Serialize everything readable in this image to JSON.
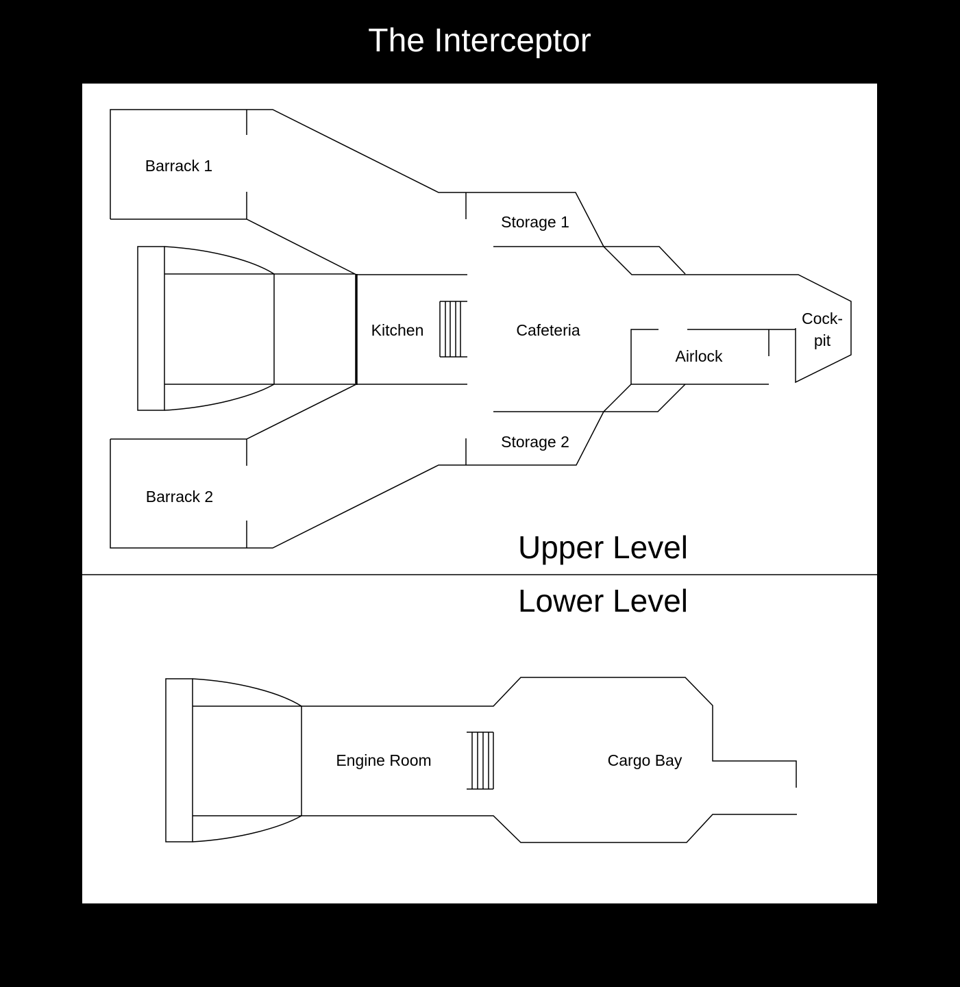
{
  "title": "The Interceptor",
  "upper_level": {
    "label": "Upper Level",
    "rooms": {
      "barrack1": "Barrack 1",
      "storage1": "Storage 1",
      "kitchen": "Kitchen",
      "cafeteria": "Cafeteria",
      "airlock": "Airlock",
      "cockpit": {
        "line1": "Cock-",
        "line2": "pit"
      },
      "storage2": "Storage 2",
      "barrack2": "Barrack 2"
    }
  },
  "lower_level": {
    "label": "Lower Level",
    "rooms": {
      "engine_room": "Engine Room",
      "cargo_bay": "Cargo Bay"
    }
  },
  "colors": {
    "background": "#000000",
    "panel": "#ffffff",
    "line": "#000000",
    "title_text": "#ffffff",
    "label_text": "#000000"
  }
}
